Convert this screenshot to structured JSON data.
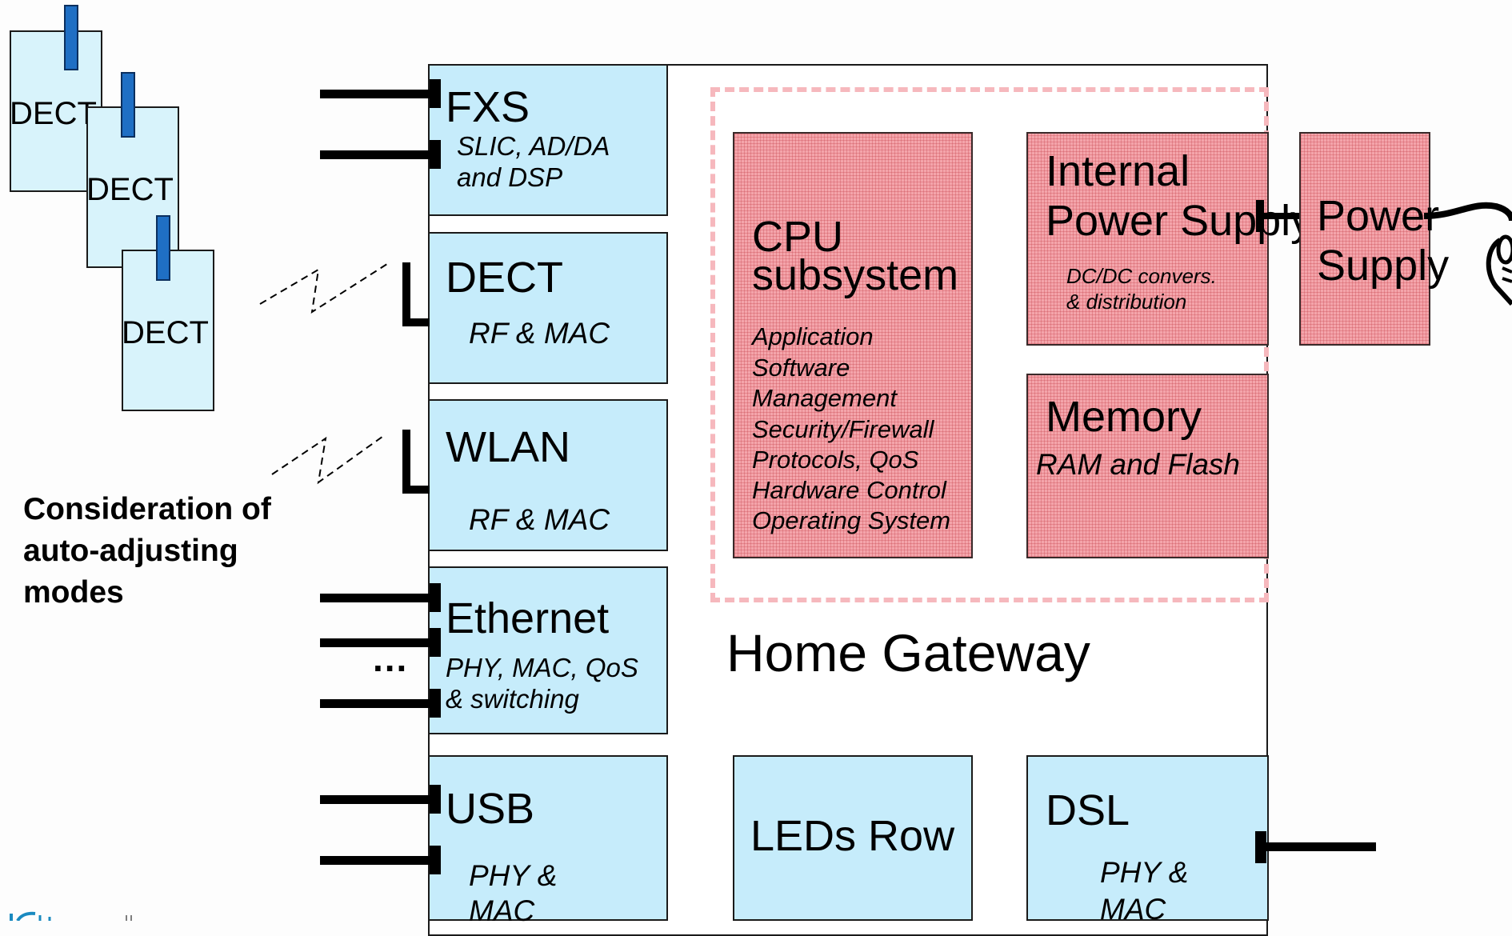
{
  "handsets": [
    {
      "label": "DECT"
    },
    {
      "label": "DECT"
    },
    {
      "label": "DECT"
    }
  ],
  "note": {
    "line1": "Consideration of",
    "line2": "auto-adjusting",
    "line3": "modes"
  },
  "gateway": {
    "label": "Home Gateway"
  },
  "ellipsis": "...",
  "blocks": {
    "fxs": {
      "title": "FXS",
      "line1": "SLIC, AD/DA",
      "line2": "and DSP"
    },
    "dect": {
      "title": "DECT",
      "sub": "RF & MAC"
    },
    "wlan": {
      "title": "WLAN",
      "sub": "RF & MAC"
    },
    "ethernet": {
      "title": "Ethernet",
      "line1": "PHY, MAC, QoS",
      "line2": "& switching"
    },
    "usb": {
      "title": "USB",
      "line1": "PHY &",
      "line2": "MAC"
    },
    "leds": {
      "title": "LEDs Row"
    },
    "dsl": {
      "title": "DSL",
      "line1": "PHY &",
      "line2": "MAC"
    },
    "cpu": {
      "title1": "CPU",
      "title2": "subsystem",
      "items": [
        "Application",
        "Software",
        "Management",
        "Security/Firewall",
        "Protocols, QoS",
        "Hardware Control",
        "Operating System"
      ]
    },
    "internal_psu": {
      "title1": "Internal",
      "title2": "Power Supply",
      "line1": "DC/DC convers.",
      "line2": "& distribution"
    },
    "memory": {
      "title": "Memory",
      "sub": "RAM and Flash"
    },
    "psu": {
      "title1": "Power",
      "title2": "Supply"
    }
  },
  "colors": {
    "block_blue": "#c6ecfb",
    "block_red": "#f4a5ab",
    "dashed_border": "#f6b8bd",
    "clip_blue": "#1f6fc4"
  }
}
